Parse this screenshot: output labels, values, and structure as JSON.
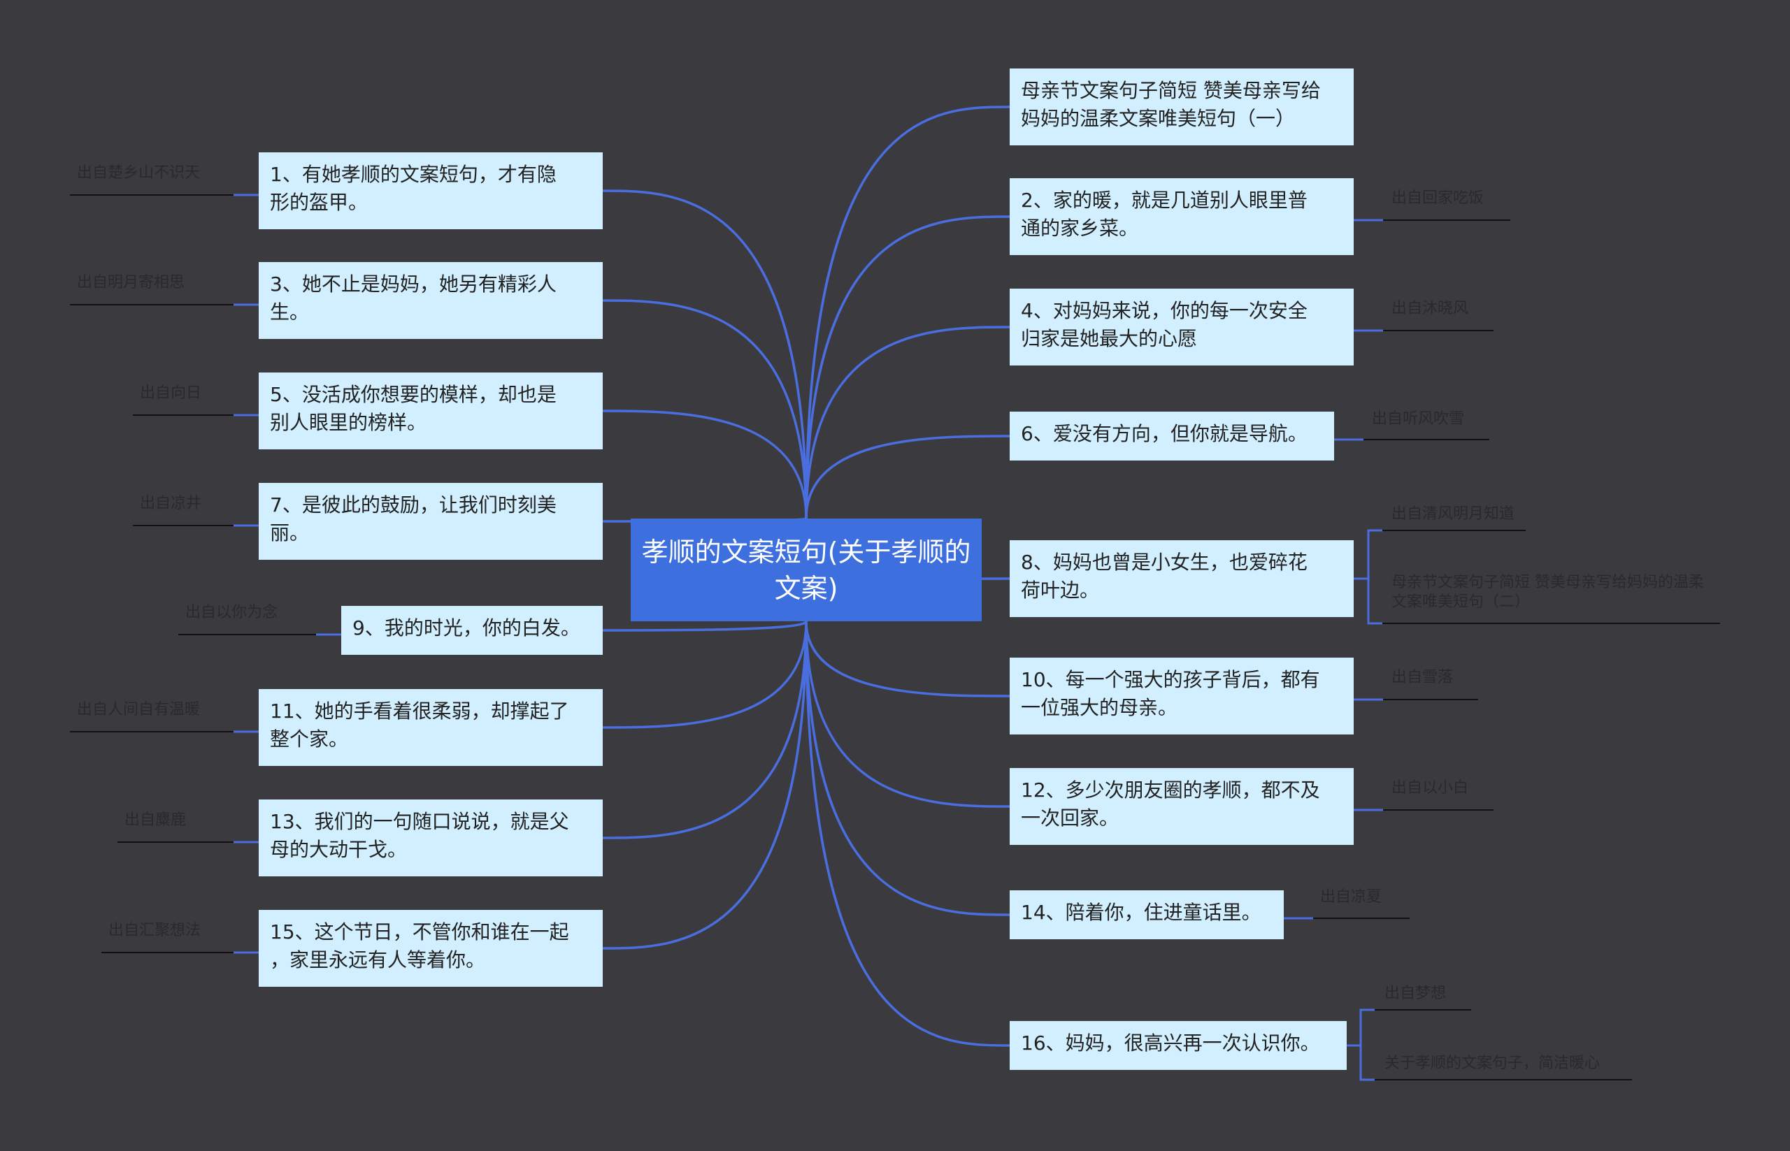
{
  "center": {
    "text": "孝顺的文案短句(关于孝顺的文案)"
  },
  "left": [
    {
      "id": "n1",
      "line1": "1、有她孝顺的文案短句，才有隐",
      "line2": "形的盔甲。",
      "caption": "出自楚乡山不识天"
    },
    {
      "id": "n3",
      "line1": "3、她不止是妈妈，她另有精彩人",
      "line2": "生。",
      "caption": "出自明月寄相思"
    },
    {
      "id": "n5",
      "line1": "5、没活成你想要的模样，却也是",
      "line2": "别人眼里的榜样。",
      "caption": "出自向日"
    },
    {
      "id": "n7",
      "line1": "7、是彼此的鼓励，让我们时刻美",
      "line2": "丽。",
      "caption": "出自凉井"
    },
    {
      "id": "n9",
      "line1": "9、我的时光，你的白发。",
      "line2": "",
      "caption": "出自以你为念"
    },
    {
      "id": "n11",
      "line1": "11、她的手看着很柔弱，却撑起了",
      "line2": "整个家。",
      "caption": "出自人间自有温暖"
    },
    {
      "id": "n13",
      "line1": "13、我们的一句随口说说，就是父",
      "line2": "母的大动干戈。",
      "caption": "出自麋鹿"
    },
    {
      "id": "n15",
      "line1": "15、这个节日，不管你和谁在一起",
      "line2": "，家里永远有人等着你。",
      "caption": "出自汇聚想法"
    }
  ],
  "right": [
    {
      "id": "n0",
      "line1": "母亲节文案句子简短 赞美母亲写给",
      "line2": "妈妈的温柔文案唯美短句（一）",
      "captions": []
    },
    {
      "id": "n2",
      "line1": "2、家的暖，就是几道别人眼里普",
      "line2": "通的家乡菜。",
      "captions": [
        "出自回家吃饭"
      ]
    },
    {
      "id": "n4",
      "line1": "4、对妈妈来说，你的每一次安全",
      "line2": "归家是她最大的心愿",
      "captions": [
        "出自沐晓风"
      ]
    },
    {
      "id": "n6",
      "line1": "6、爱没有方向，但你就是导航。",
      "line2": "",
      "captions": [
        "出自听风吹雪"
      ]
    },
    {
      "id": "n8",
      "line1": "8、妈妈也曾是小女生，也爱碎花",
      "line2": "荷叶边。",
      "captions": [
        "出自清风明月知道",
        "母亲节文案句子简短 赞美母亲写给妈妈的温柔文案唯美短句（二）"
      ]
    },
    {
      "id": "n10",
      "line1": "10、每一个强大的孩子背后，都有",
      "line2": "一位强大的母亲。",
      "captions": [
        "出自雪落"
      ]
    },
    {
      "id": "n12",
      "line1": "12、多少次朋友圈的孝顺，都不及",
      "line2": "一次回家。",
      "captions": [
        "出自以小白"
      ]
    },
    {
      "id": "n14",
      "line1": "14、陪着你，住进童话里。",
      "line2": "",
      "captions": [
        "出自凉夏"
      ]
    },
    {
      "id": "n16",
      "line1": "16、妈妈，很高兴再一次认识你。",
      "line2": "",
      "captions": [
        "出自梦想",
        "关于孝顺的文案句子，简洁暖心"
      ]
    }
  ],
  "colors": {
    "background": "#3b3a3e",
    "node_fill": "#d1efff",
    "center_fill": "#3e6fde",
    "link": "#4a6ee0",
    "underline": "#111111"
  }
}
